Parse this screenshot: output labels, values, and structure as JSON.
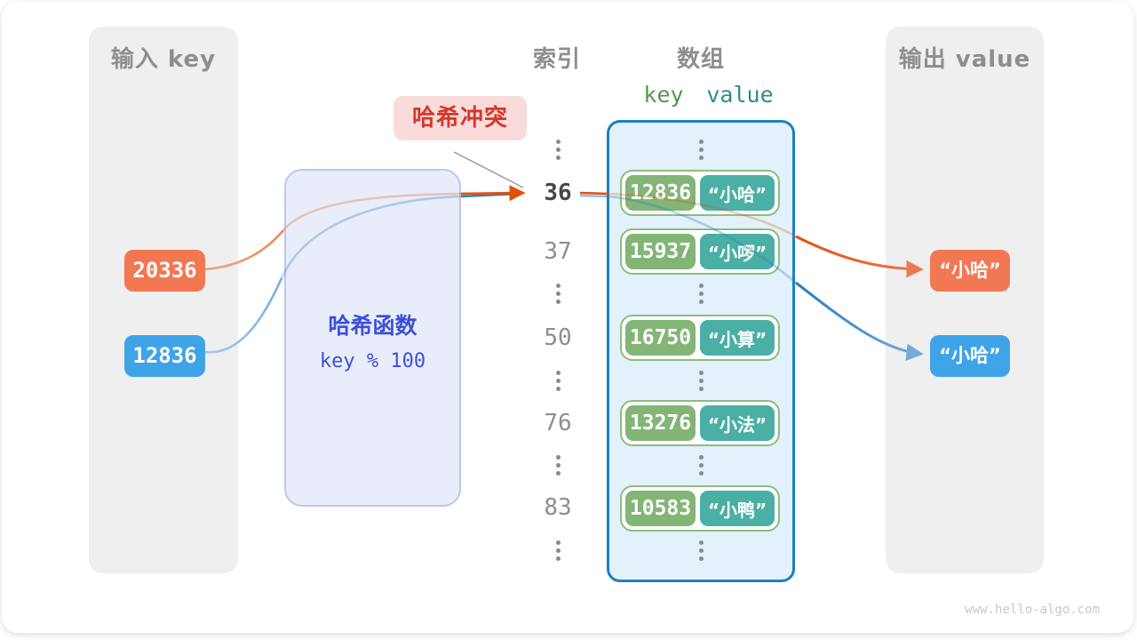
{
  "page": {
    "watermark": "www.hello-algo.com"
  },
  "palette": {
    "orange": "#f27753",
    "orange_arrow": "#e4500c",
    "blue": "#3fa3e8",
    "blue_arrow": "#1e7cc6",
    "green_key": "#82b576",
    "teal_value": "#4aafa4",
    "pair_border": "#8cbe7e",
    "array_border": "#1b80c4",
    "array_fill": "#e2f1fb",
    "hash_fill": "#e9edf9",
    "hash_text": "#3d50d8",
    "collision_bg": "#f9dbdb",
    "collision_text": "#d4382c",
    "panel_gray": "#efefef",
    "header_gray": "#8e8e8e"
  },
  "input_panel": {
    "title": "输入 key",
    "keys": [
      {
        "value": "20336"
      },
      {
        "value": "12836"
      }
    ]
  },
  "hash_box": {
    "title": "哈希函数",
    "formula": "key % 100"
  },
  "collision_label": "哈希冲突",
  "index_column": {
    "title": "索引",
    "ellipsis": "⋮",
    "values": [
      {
        "label": "36",
        "highlight": true
      },
      {
        "label": "37"
      },
      {
        "label": "50"
      },
      {
        "label": "76"
      },
      {
        "label": "83"
      }
    ]
  },
  "array_panel": {
    "title": "数组",
    "key_header": "key",
    "value_header": "value",
    "pairs": [
      {
        "key": "12836",
        "value": "“小哈”"
      },
      {
        "key": "15937",
        "value": "“小啰”"
      },
      {
        "key": "16750",
        "value": "“小算”"
      },
      {
        "key": "13276",
        "value": "“小法”"
      },
      {
        "key": "10583",
        "value": "“小鸭”"
      }
    ]
  },
  "output_panel": {
    "title": "输出 value",
    "values": [
      {
        "text": "“小哈”"
      },
      {
        "text": "“小哈”"
      }
    ]
  }
}
